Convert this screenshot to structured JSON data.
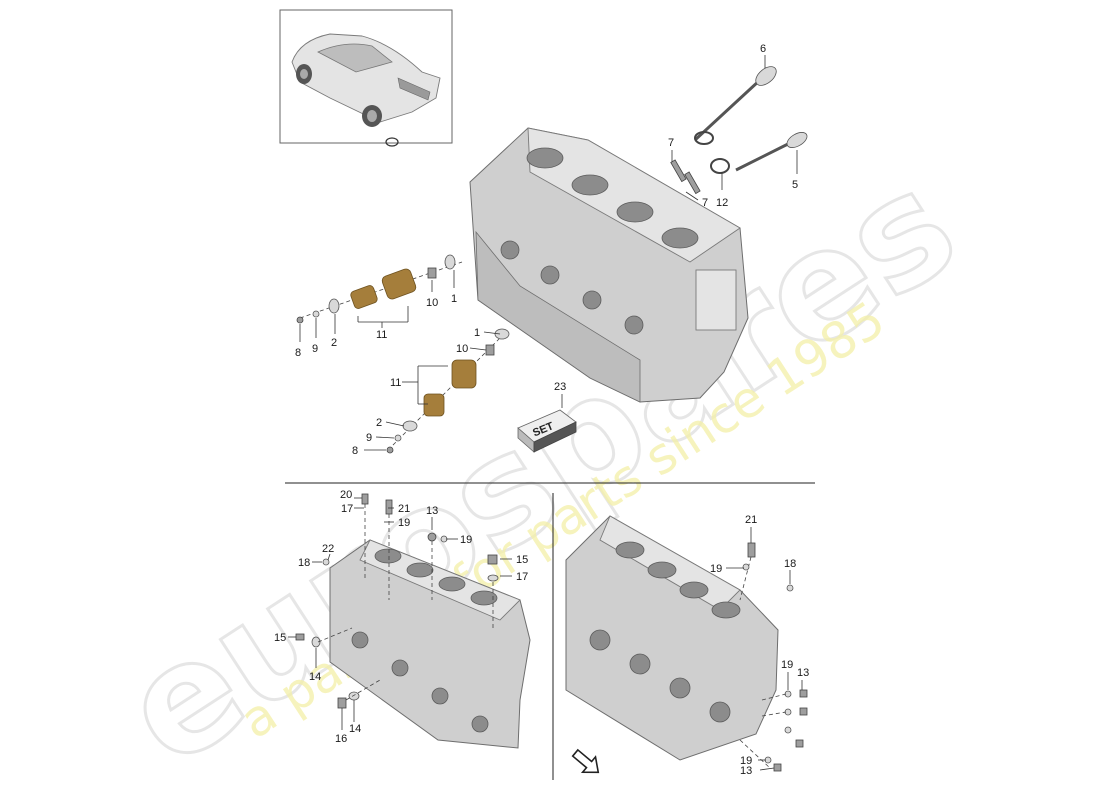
{
  "watermark": {
    "logo_text": "eurospares",
    "tagline": "a passion for parts since 1985"
  },
  "badge": {
    "set_label": "SET"
  },
  "callouts": {
    "c6": "6",
    "c7a": "7",
    "c7b": "7",
    "c12": "12",
    "c5": "5",
    "c1a": "1",
    "c10a": "10",
    "c8a": "8",
    "c9a": "9",
    "c2a": "2",
    "c11a": "11",
    "c1b": "1",
    "c10b": "10",
    "c11b": "11",
    "c23": "23",
    "c2b": "2",
    "c9b": "9",
    "c8b": "8",
    "c20": "20",
    "c17a": "17",
    "c21a": "21",
    "c19a": "19",
    "c13a": "13",
    "c19b": "19",
    "c22": "22",
    "c18a": "18",
    "c15a": "15",
    "c17b": "17",
    "c15b": "15",
    "c14a": "14",
    "c16": "16",
    "c14b": "14",
    "c21b": "21",
    "c19c": "19",
    "c18b": "18",
    "c19d": "19",
    "c13b": "13",
    "c19e": "19",
    "c13c": "13"
  },
  "colors": {
    "background": "#ffffff",
    "part_grey": "#cfcfcf",
    "watermark_yellow": "#f4f0a8"
  },
  "icons": {
    "direction": "arrow-icon",
    "vehicle": "car-thumbnail"
  }
}
